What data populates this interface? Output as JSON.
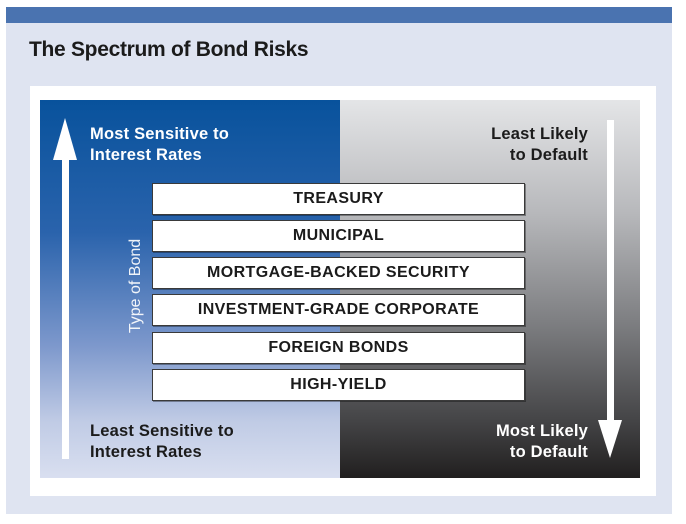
{
  "title": "The Spectrum of Bond Risks",
  "colors": {
    "top_bar": "#4a73b0",
    "background": "#dfe4f1",
    "left_panel_top": "#08529c",
    "right_panel_bottom": "#211f1f"
  },
  "axes": {
    "left": {
      "direction": "up",
      "icon": "arrow-up-icon",
      "top_label_line1": "Most Sensitive to",
      "top_label_line2": "Interest Rates",
      "bottom_label_line1": "Least Sensitive to",
      "bottom_label_line2": "Interest Rates"
    },
    "right": {
      "direction": "down",
      "icon": "arrow-down-icon",
      "top_label_line1": "Least Likely",
      "top_label_line2": "to Default",
      "bottom_label_line1": "Most Likely",
      "bottom_label_line2": "to Default"
    },
    "vertical_label": "Type of Bond"
  },
  "bond_types": [
    {
      "label": "TREASURY"
    },
    {
      "label": "MUNICIPAL"
    },
    {
      "label": "MORTGAGE-BACKED SECURITY"
    },
    {
      "label": "INVESTMENT-GRADE CORPORATE"
    },
    {
      "label": "FOREIGN BONDS"
    },
    {
      "label": "HIGH-YIELD"
    }
  ]
}
